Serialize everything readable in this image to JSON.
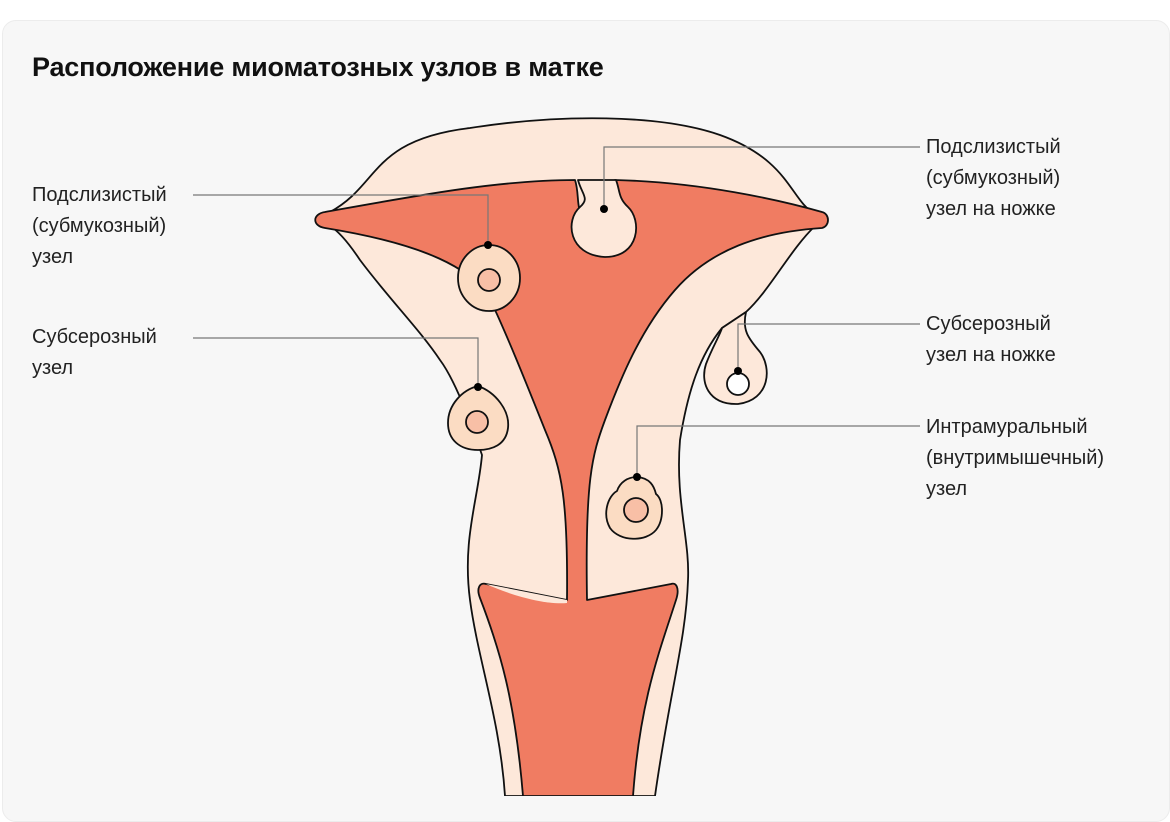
{
  "title": "Расположение миоматозных узлов в матке",
  "labels": {
    "submucous_left": [
      "Подслизистый",
      "(субмукозный)",
      "узел"
    ],
    "subserous_left": [
      "Субсерозный",
      "узел"
    ],
    "submucous_pedunculated": [
      "Подслизистый",
      "(субмукозный)",
      "узел на ножке"
    ],
    "subserous_pedunculated": [
      "Субсерозный",
      "узел на ножке"
    ],
    "intramural": [
      "Интрамуральный",
      "(внутримышечный)",
      "узел"
    ]
  },
  "colors": {
    "tissue": "#fde8da",
    "cavity": "#f07c62",
    "node": "#fbdcc3",
    "node_core": "#f8bfa6",
    "outline": "#111111",
    "leader": "#777777"
  }
}
